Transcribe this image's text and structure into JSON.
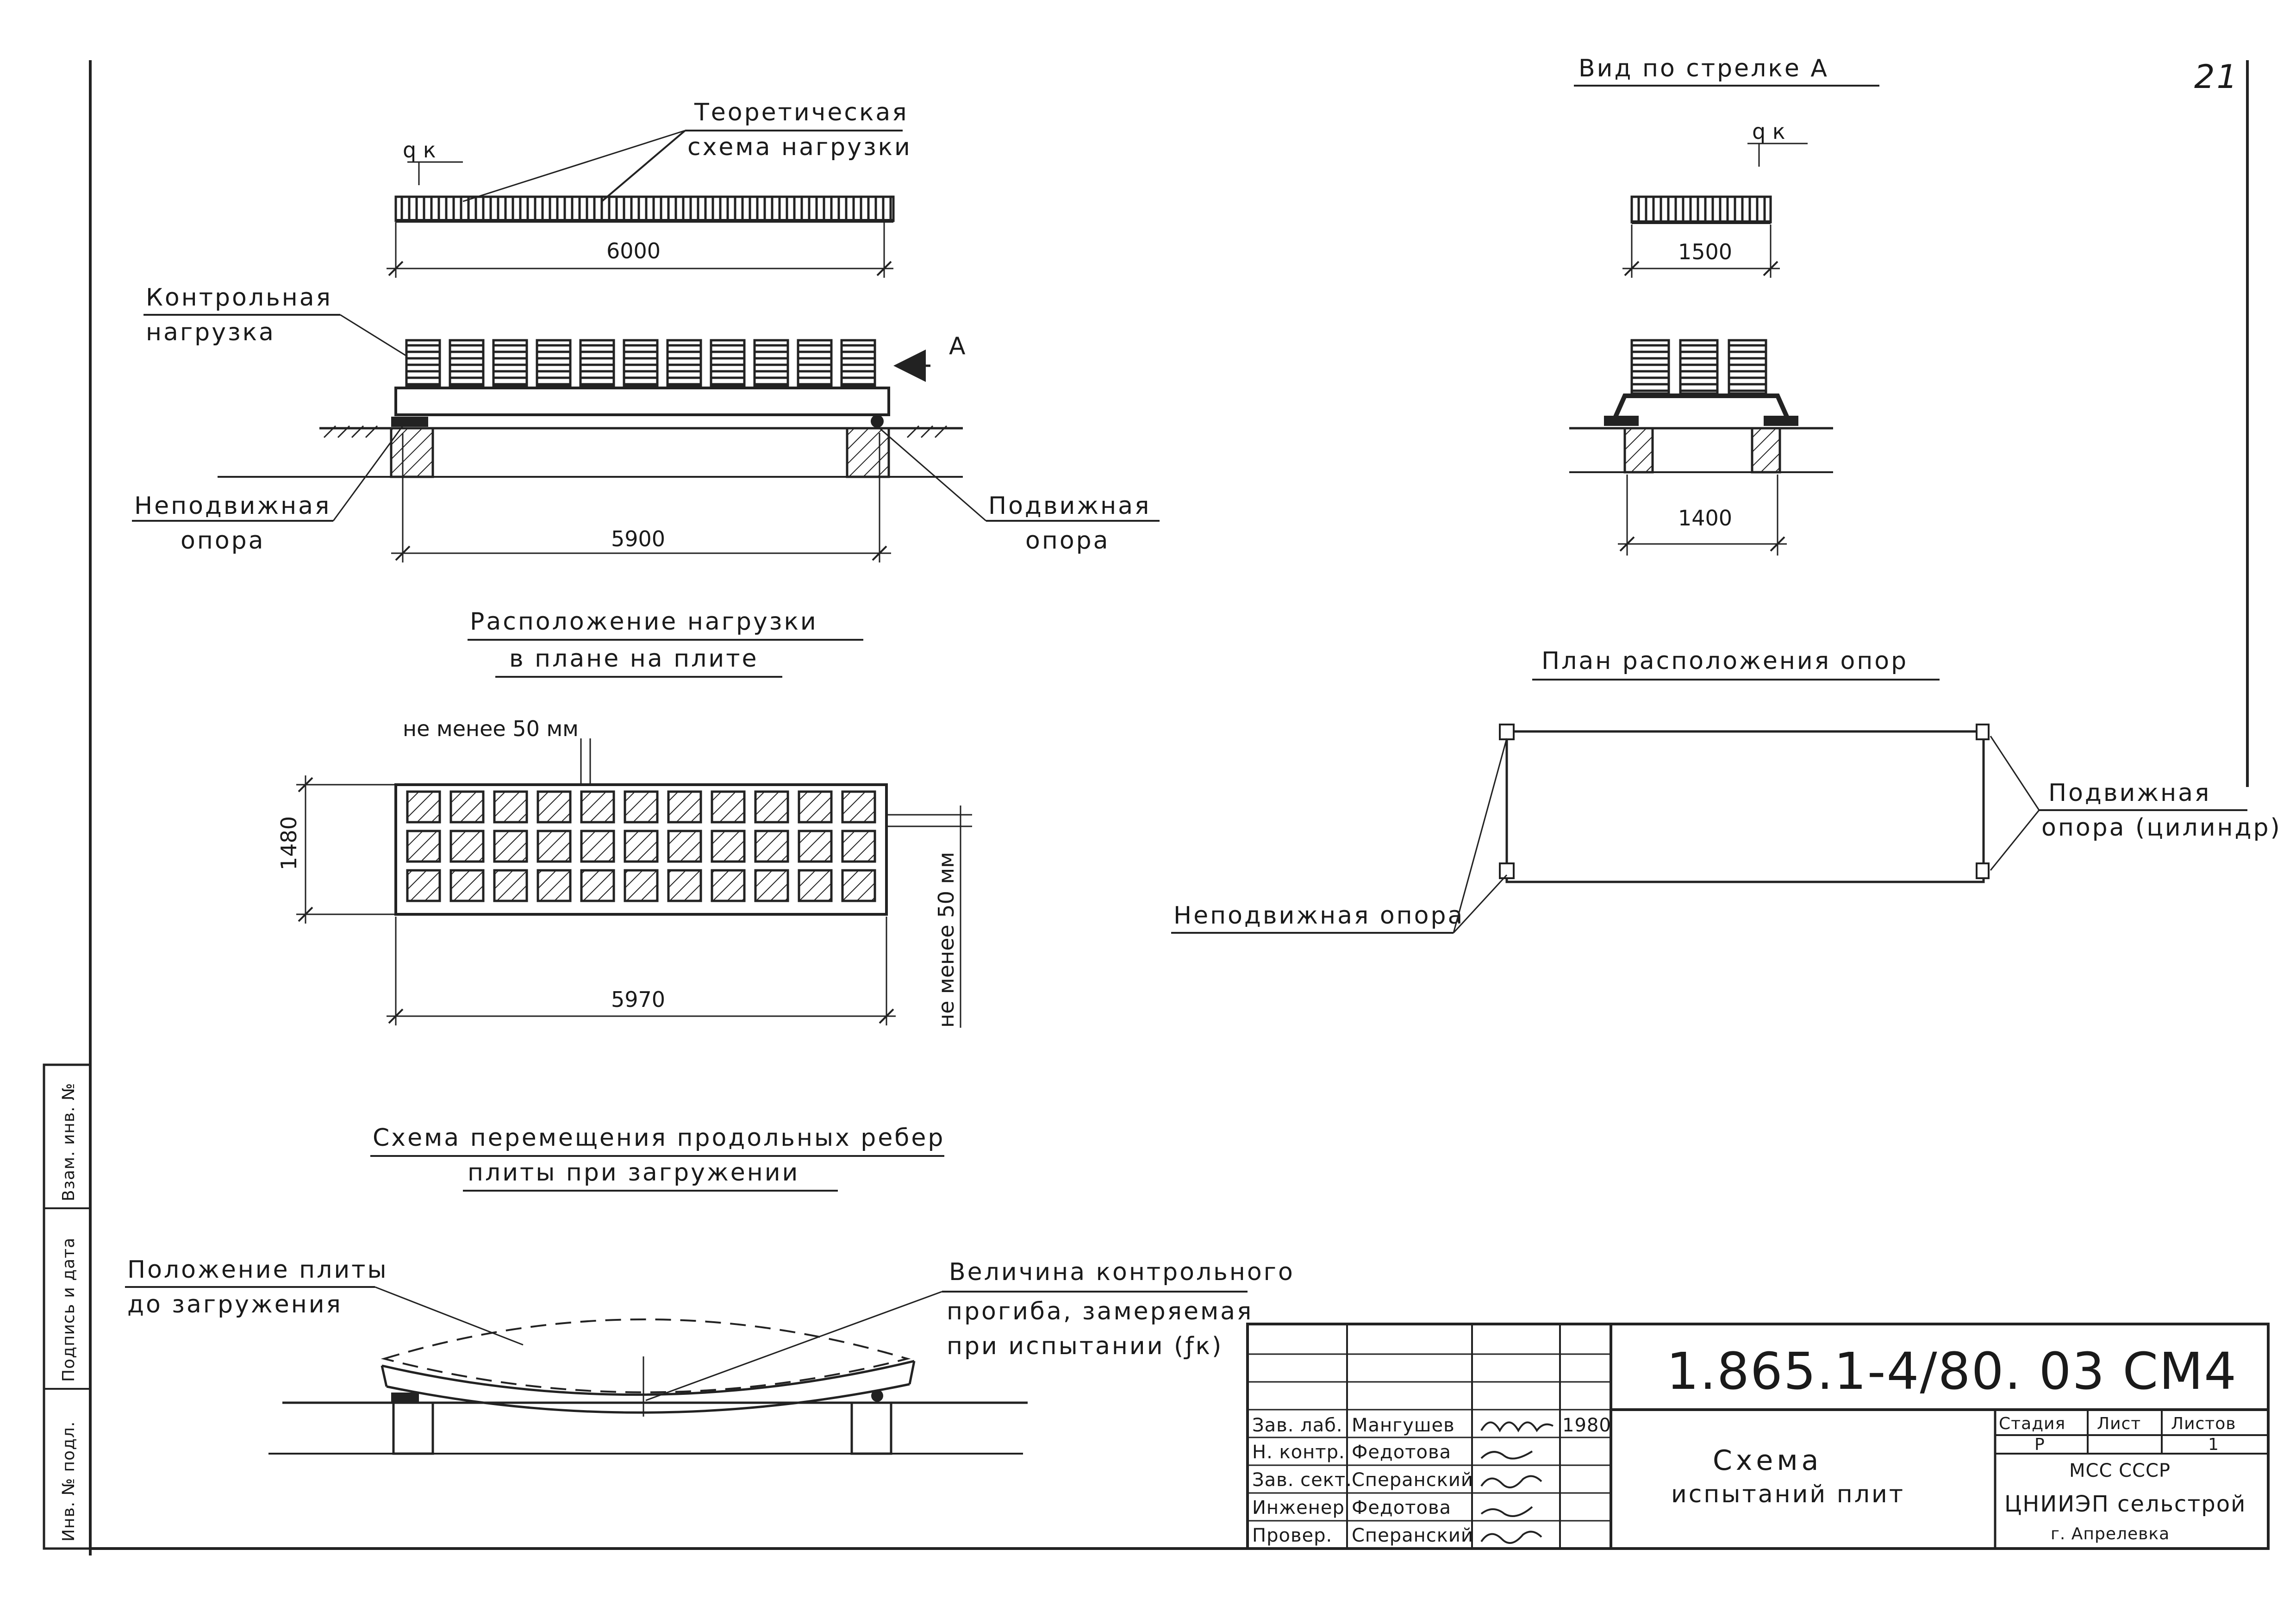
{
  "page_number": "21",
  "elevation": {
    "load_scheme_title": [
      "Теоретическая",
      "схема нагрузки"
    ],
    "load_symbol": "q к",
    "span_6000": "6000",
    "control_load": [
      "Контрольная",
      "нагрузка"
    ],
    "arrow_a": "А",
    "fixed_support": [
      "Неподвижная",
      "опора"
    ],
    "movable_support": [
      "Подвижная",
      "опора"
    ],
    "span_5900": "5900"
  },
  "side_view": {
    "title": "Вид по стрелке А",
    "load_symbol": "q к",
    "width_1500": "1500",
    "width_1400": "1400"
  },
  "load_plan": {
    "title": [
      "Расположение нагрузки",
      "в плане на плите"
    ],
    "min_gap_top": "не менее 50 мм",
    "dim_1480": "1480",
    "min_gap_side": "не менее 50 мм",
    "dim_5970": "5970"
  },
  "support_plan": {
    "title": "План расположения опор",
    "movable": [
      "Подвижная",
      "опора (цилиндр)"
    ],
    "fixed": "Неподвижная опора"
  },
  "deflection": {
    "title": [
      "Схема перемещения продольных ребер",
      "плиты при загружении"
    ],
    "before_loading": [
      "Положение плиты",
      "до загружения"
    ],
    "control_deflection": [
      "Величина контрольного",
      "прогиба, замеряемая",
      "при испытании (ƒк)"
    ]
  },
  "side_stamp": [
    "Инв. № подл.",
    "Подпись и дата",
    "Взам. инв. №"
  ],
  "title_block": {
    "code": "1.865.1-4/80. 03 СМ4",
    "drawing_title": [
      "Схема",
      "испытаний плит"
    ],
    "rows": [
      {
        "role": "Зав. лаб.",
        "name": "Мангушев",
        "year": "1980"
      },
      {
        "role": "Н. контр.",
        "name": "Федотова",
        "year": ""
      },
      {
        "role": "Зав. сект.",
        "name": "Сперанский",
        "year": ""
      },
      {
        "role": "Инженер",
        "name": "Федотова",
        "year": ""
      },
      {
        "role": "Провер.",
        "name": "Сперанский",
        "year": ""
      }
    ],
    "stage_label": "Стадия",
    "sheet_label": "Лист",
    "sheets_label": "Листов",
    "stage_value": "Р",
    "sheets_value": "1",
    "org_ministry": "МСС СССР",
    "org_name": "ЦНИИЭП сельстрой",
    "org_city": "г. Апрелевка"
  }
}
